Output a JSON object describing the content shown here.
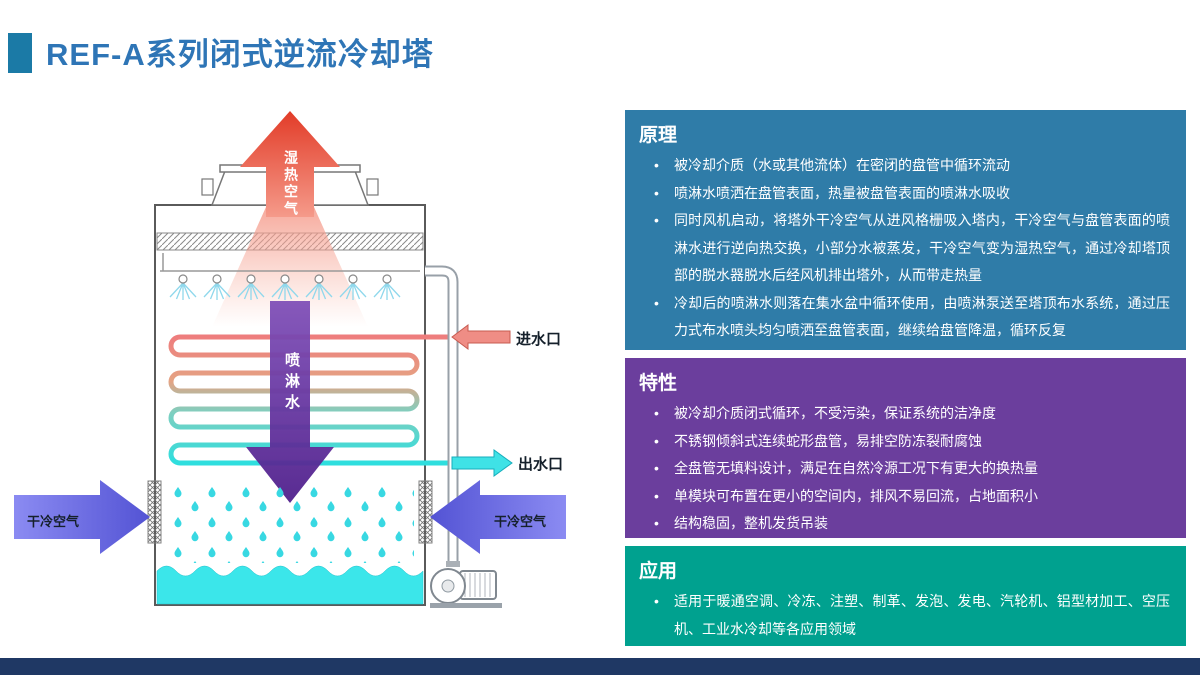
{
  "page": {
    "title": "REF-A系列闭式逆流冷却塔"
  },
  "glyphs": {
    "bullet": "•"
  },
  "colors": {
    "title_text": "#2e75b6",
    "accent_square": "#1b7aa6",
    "panel_principle": "#2f7ca8",
    "panel_features": "#6b3e9d",
    "panel_application": "#00a18f",
    "footer_bar": "#1f3864",
    "hot_air_red": "#e23c28",
    "spray_purple": "#50208c",
    "cold_air_blue": "#5c5cd8",
    "water_cyan": "#3be6ea"
  },
  "diagram": {
    "hot_humid_air": "湿热空气",
    "spray_water": "喷淋水",
    "water_inlet": "进水口",
    "water_outlet": "出水口",
    "dry_cold_air_left": "干冷空气",
    "dry_cold_air_right": "干冷空气"
  },
  "panels": {
    "principle": {
      "title": "原理",
      "items": [
        "被冷却介质（水或其他流体）在密闭的盘管中循环流动",
        "喷淋水喷洒在盘管表面，热量被盘管表面的喷淋水吸收",
        "同时风机启动，将塔外干冷空气从进风格栅吸入塔内，干冷空气与盘管表面的喷淋水进行逆向热交换，小部分水被蒸发，干冷空气变为湿热空气，通过冷却塔顶部的脱水器脱水后经风机排出塔外，从而带走热量",
        "冷却后的喷淋水则落在集水盆中循环使用，由喷淋泵送至塔顶布水系统，通过压力式布水喷头均匀喷洒至盘管表面，继续给盘管降温，循环反复"
      ]
    },
    "features": {
      "title": "特性",
      "items": [
        "被冷却介质闭式循环，不受污染，保证系统的洁净度",
        "不锈钢倾斜式连续蛇形盘管，易排空防冻裂耐腐蚀",
        "全盘管无填料设计，满足在自然冷源工况下有更大的换热量",
        "单模块可布置在更小的空间内，排风不易回流，占地面积小",
        "结构稳固，整机发货吊装"
      ]
    },
    "application": {
      "title": "应用",
      "items": [
        "适用于暖通空调、冷冻、注塑、制革、发泡、发电、汽轮机、铝型材加工、空压 机、工业水冷却等各应用领域"
      ]
    }
  }
}
